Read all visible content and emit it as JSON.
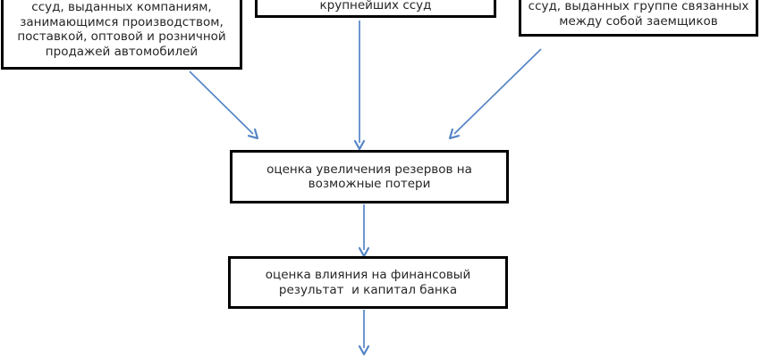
{
  "diagram": {
    "type": "flowchart",
    "language": "ru",
    "background_color": "#ffffff",
    "node_border_color": "#000000",
    "node_fill_color": "#ffffff",
    "text_color": "#262626",
    "arrow_color": "#5585c5",
    "nodes": [
      {
        "id": "loans-auto-companies",
        "label": "ссуд, выданных компаниям,\nзанимающимся производством,\nпоставкой, оптовой и розничной\nпродажей автомобилей",
        "clipped_at_top": true
      },
      {
        "id": "largest-loans",
        "label": "крупнейших ссуд",
        "clipped_at_top": true
      },
      {
        "id": "related-borrowers-loans",
        "label": "ссуд, выданных группе связанных\nмежду собой заемщиков",
        "clipped_at_top": true
      },
      {
        "id": "loss-reserves-increase",
        "label": "оценка увеличения резервов на\nвозможные потери",
        "clipped_at_top": false
      },
      {
        "id": "financial-result-impact",
        "label": "оценка влияния на финансовый\nрезультат  и капитал банка",
        "clipped_at_top": false
      }
    ],
    "edges": [
      {
        "from": "loans-auto-companies",
        "to": "loss-reserves-increase"
      },
      {
        "from": "largest-loans",
        "to": "loss-reserves-increase"
      },
      {
        "from": "related-borrowers-loans",
        "to": "loss-reserves-increase"
      },
      {
        "from": "loss-reserves-increase",
        "to": "financial-result-impact"
      },
      {
        "from": "financial-result-impact",
        "to": "offscreen-bottom"
      }
    ]
  }
}
